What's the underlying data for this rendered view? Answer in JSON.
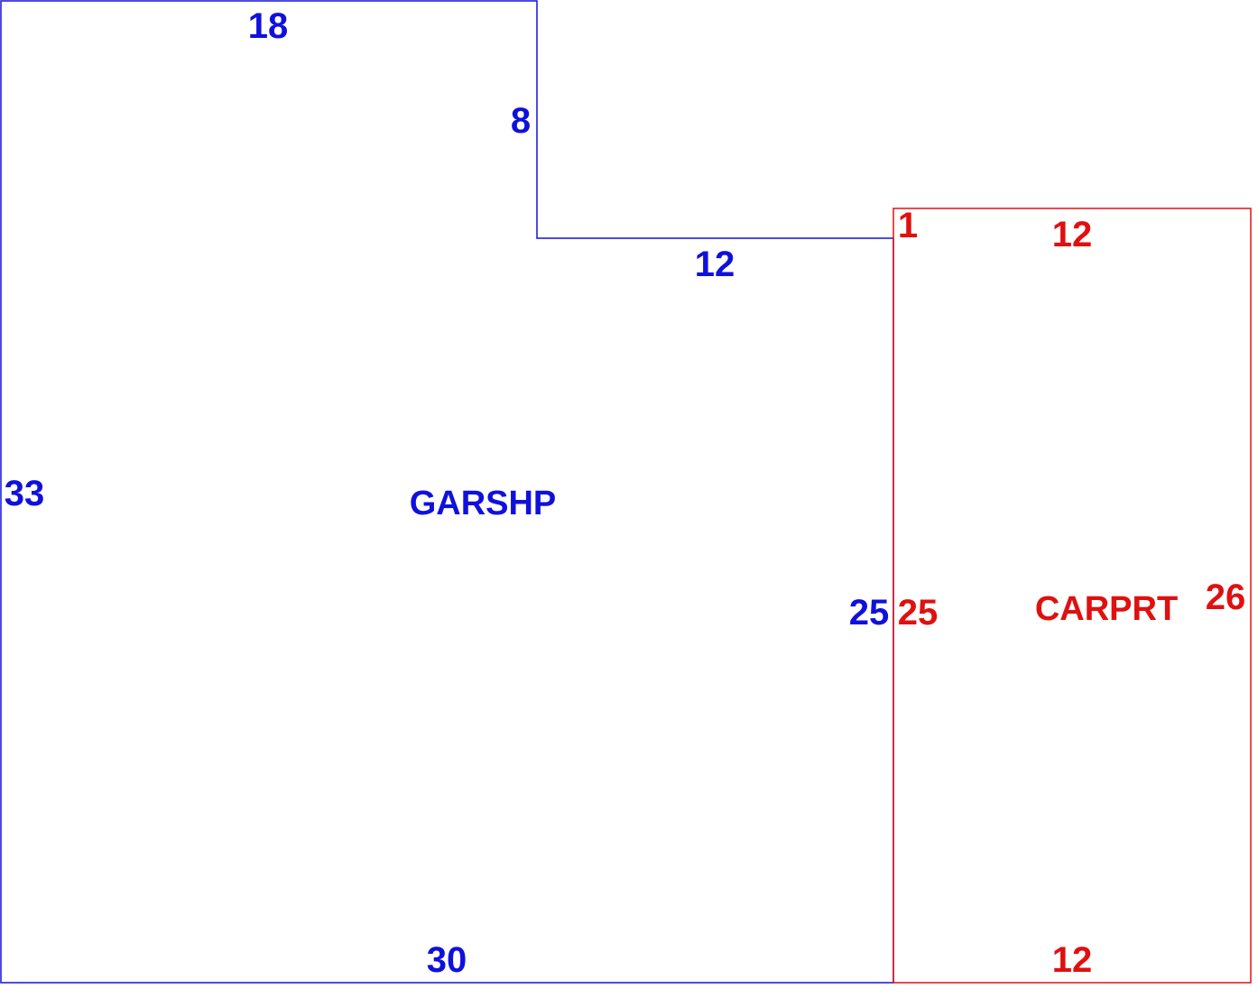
{
  "colors": {
    "garage_shop": "#1010dd",
    "carport": "#e01010",
    "background": "#ffffff"
  },
  "garage_shop": {
    "label": "GARSHP",
    "dimensions": {
      "top": "18",
      "step_vertical": "8",
      "step_horizontal": "12",
      "left": "33",
      "right": "25",
      "bottom": "30"
    }
  },
  "carport": {
    "label": "CARPRT",
    "dimensions": {
      "top_left_offset": "1",
      "top": "12",
      "left": "25",
      "right": "26",
      "bottom": "12"
    }
  }
}
